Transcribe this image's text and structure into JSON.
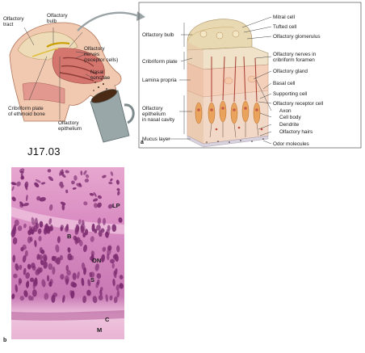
{
  "panel_a": {
    "tag": "a",
    "head_labels": {
      "olfactory_tract": "Olfactory\ntract",
      "olfactory_bulb": "Olfactory\nbulb",
      "olfactory_nerves": "Olfactory\nnerves\n(receptor cells)",
      "nasal_conchae": "Nasal\nconchae",
      "cribriform_plate_ethmoid": "Cribriform plate\nof ethmoid bone",
      "olfactory_epithelium": "Olfactory\nepithelium"
    },
    "left_labels": {
      "olfactory_bulb": "Olfactory bulb",
      "cribriform_plate": "Cribriform plate",
      "lamina_propria": "Lamina propria",
      "olfactory_epithelium_nasal_cavity": "Olfactory\nepithelium\nin nasal cavity",
      "mucus_layer": "Mucus layer"
    },
    "right_labels": {
      "mitral_cell": "Mitral cell",
      "tufted_cell": "Tufted cell",
      "olfactory_glomerulus": "Olfactory glomerulus",
      "olfactory_nerves_foramen": "Olfactory nerves in\ncribriform foramen",
      "olfactory_gland": "Olfactory gland",
      "basal_cell": "Basal cell",
      "supporting_cell": "Supporting cell",
      "olfactory_receptor_cell": "Olfactory receptor cell",
      "axon": "Axon",
      "cell_body": "Cell body",
      "dendrite": "Dendrite",
      "olfactory_hairs": "Olfactory hairs",
      "odor_molecules": "Odor molecules"
    }
  },
  "figure_code": "J17.03",
  "panel_b": {
    "tag": "b",
    "labels": {
      "lp": "LP",
      "b": "B",
      "on": "ON",
      "s": "S",
      "c": "C",
      "m": "M"
    }
  },
  "colors": {
    "tissue_pink": "#e7a9a4",
    "tissue_bone": "#efe2c8",
    "cells_orange": "#e9a35d",
    "stain_purple": "#7a2a6e",
    "stain_pink": "#d98fc1",
    "leader": "#444444"
  }
}
